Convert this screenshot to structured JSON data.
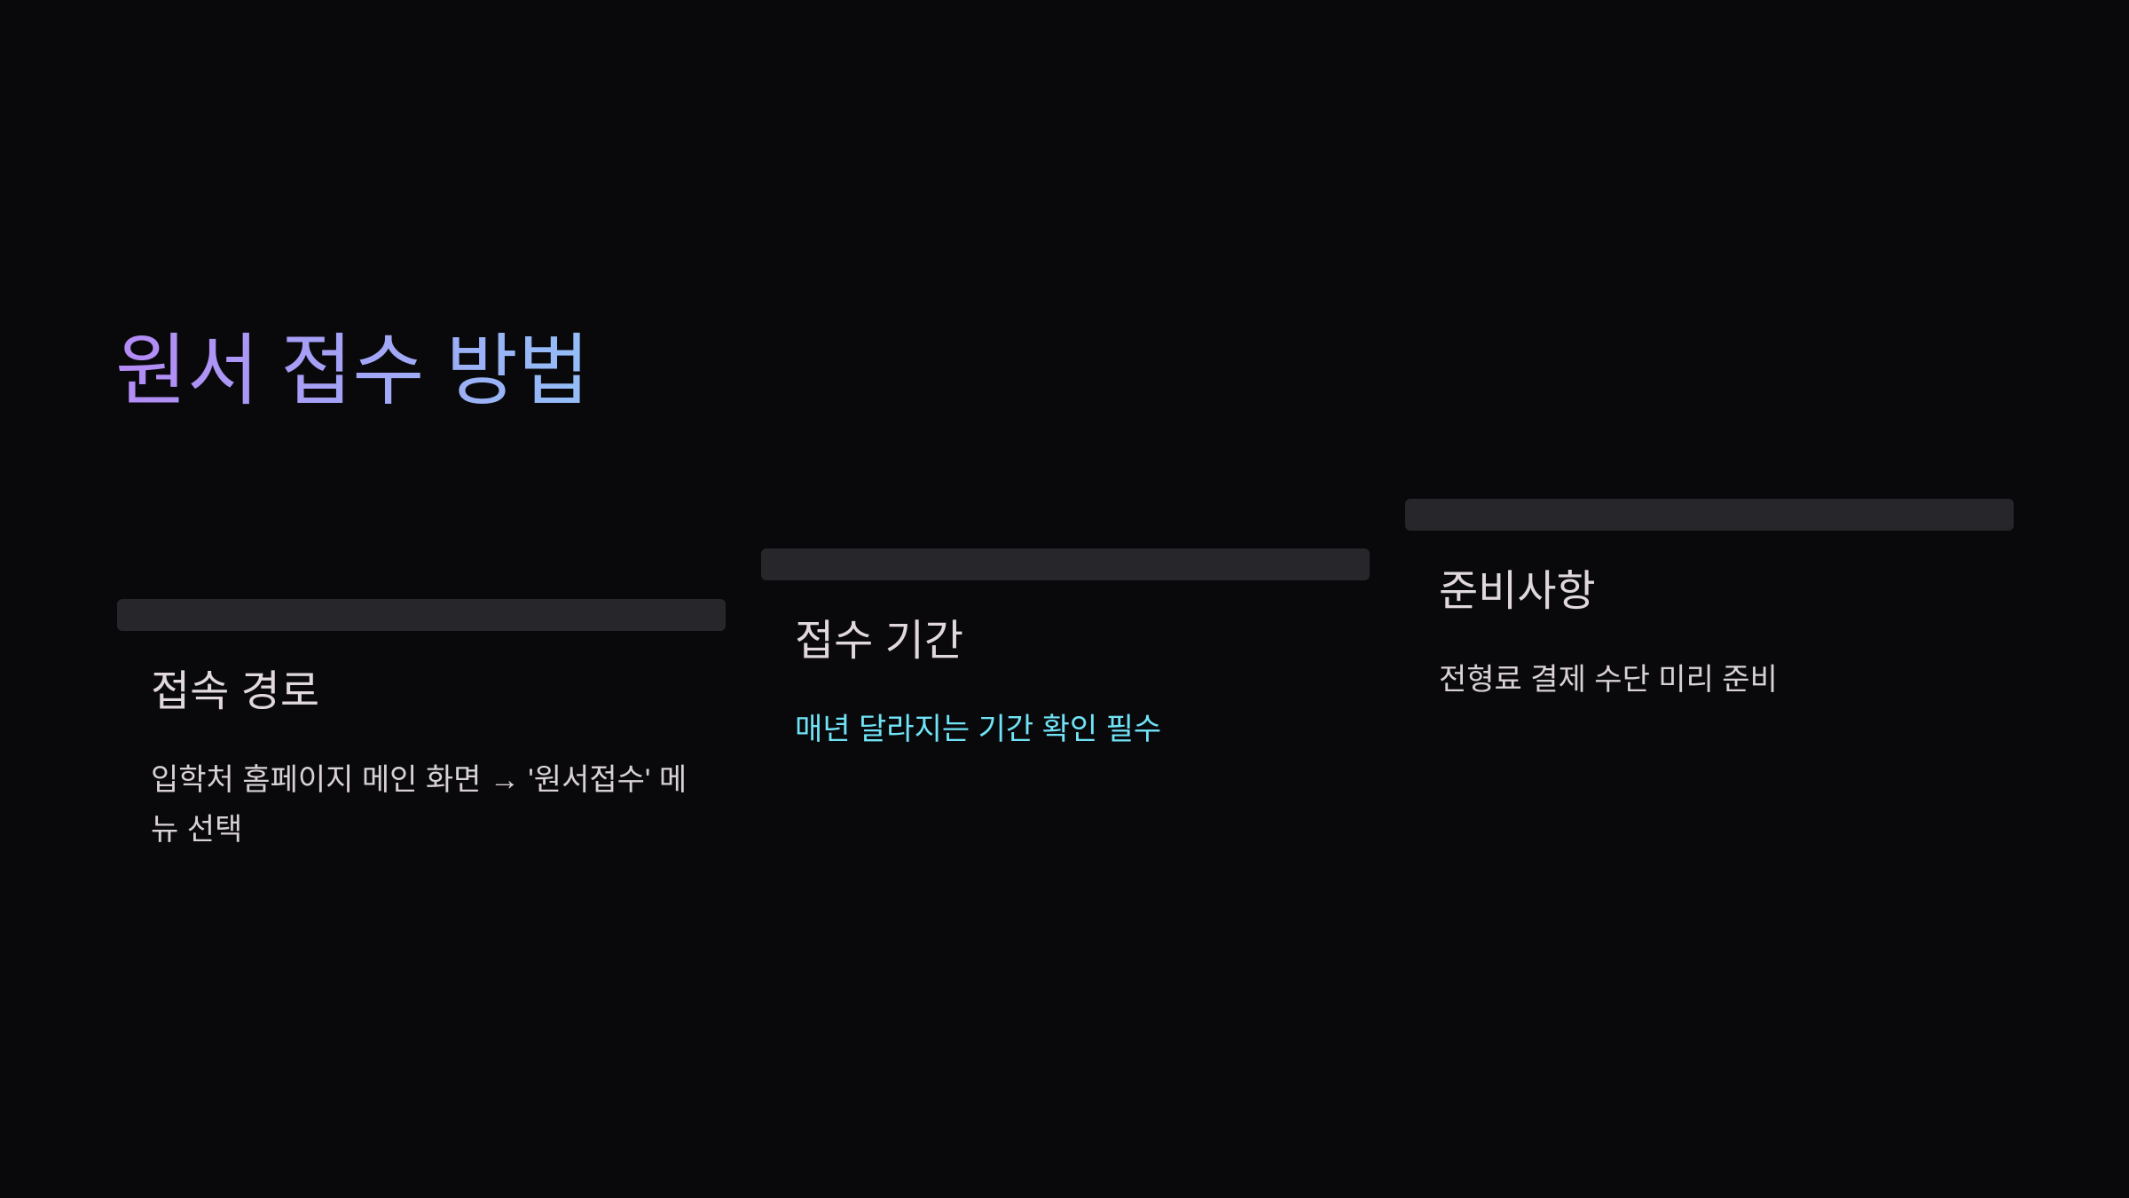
{
  "slide": {
    "title": "원서 접수 방법",
    "cards": [
      {
        "heading": "접속 경로",
        "body": "입학처 홈페이지 메인 화면 → '원서접수' 메뉴 선택"
      },
      {
        "heading": "접수 기간",
        "body": "매년 달라지는 기간 확인 필수"
      },
      {
        "heading": "준비사항",
        "body": "전형료 결제 수단 미리 준비"
      }
    ]
  },
  "colors": {
    "background": "#09090c",
    "title_gradient_from": "#b48af5",
    "title_gradient_to": "#93bef7",
    "heading_text": "#e0d8dc",
    "body_text": "#d8d1d5",
    "accent_body_text": "#70e4f6",
    "placeholder_bar": "#26262b"
  }
}
